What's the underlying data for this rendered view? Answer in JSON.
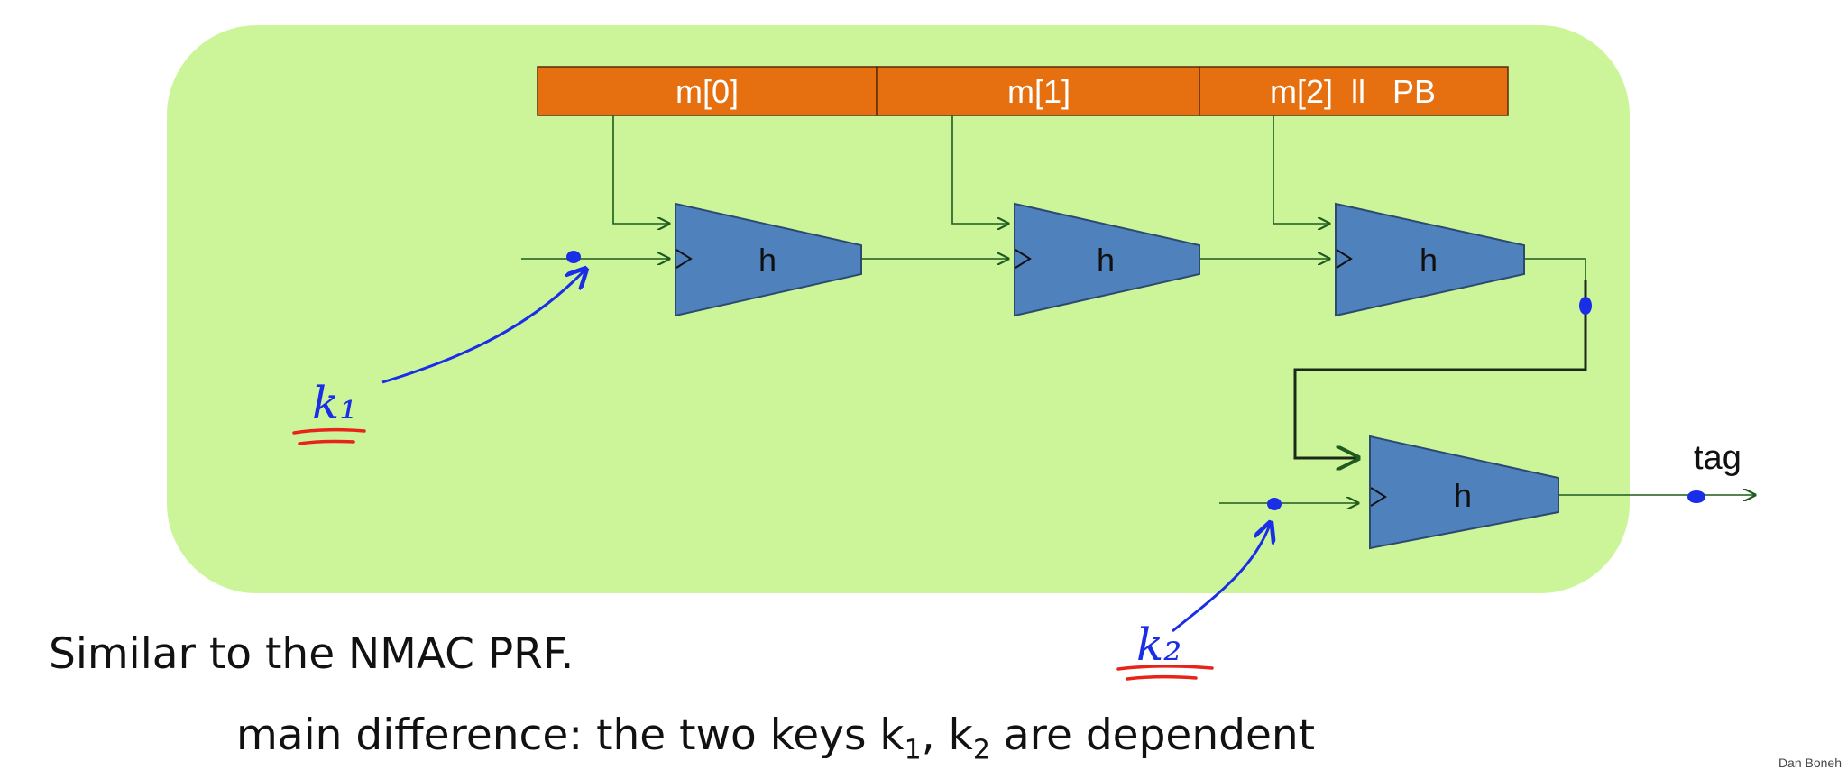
{
  "colors": {
    "panel": "#ccf59a",
    "message_bar": "#e6700f",
    "hash_block": "#4f81bd",
    "ink_blue": "#1a2ee8",
    "ink_red": "#e8241a",
    "wire": "#1f5a1f"
  },
  "message_blocks": [
    "m[0]",
    "m[1]",
    "m[2]  ll   PB"
  ],
  "hash_label": "h",
  "output_label": "tag",
  "key1_label": "k₁",
  "key2_label": "k₂",
  "caption_main": "Similar to the NMAC PRF.",
  "caption_sub": {
    "prefix": "main difference:  the two keys k",
    "sub1": "1",
    "middle": ", k",
    "sub2": "2",
    "suffix": " are dependent"
  },
  "credit": "Dan Boneh"
}
